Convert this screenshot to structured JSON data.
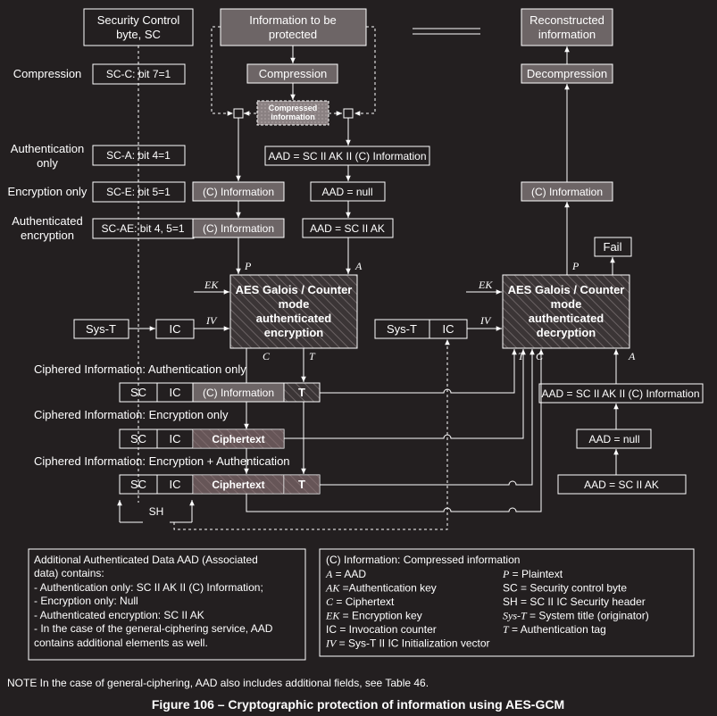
{
  "diagram": {
    "top": {
      "sc_title": "Security Control\nbyte, SC",
      "info_to_protect": "Information to be\nprotected",
      "reconstructed": "Reconstructed\ninformation"
    },
    "left_labels": [
      "Compression",
      "Authentication\nonly",
      "Encryption only",
      "Authenticated\nencryption"
    ],
    "sc_bits": [
      "SC-C: bit 7=1",
      "SC-A: bit 4=1",
      "SC-E: bit 5=1",
      "SC-AE: bit 4, 5=1"
    ],
    "compression": "Compression",
    "compressed_info": "Compressed\ninformation",
    "decompression": "Decompression",
    "aad_auth": "AAD = SC II AK II (C) Information",
    "aad_null": "AAD = null",
    "aad_sc_ak": "AAD = SC II AK",
    "c_information": "(C) Information",
    "arrow_labels": {
      "P": "P",
      "A": "A",
      "EK": "EK",
      "IV": "IV",
      "C": "C",
      "T": "T"
    },
    "enc_block": "AES Galois / Counter\nmode\nauthenticated\nencryption",
    "dec_block": "AES Galois / Counter\nmode\nauthenticated\ndecryption",
    "sys_t": "Sys-T",
    "ic": "IC",
    "fail": "Fail",
    "sc": "SC",
    "ciphertext": "Ciphertext",
    "T": "T",
    "sh": "SH",
    "ciphered_headers": [
      "Ciphered Information: Authentication only",
      "Ciphered Information: Encryption only",
      "Ciphered Information: Encryption + Authentication"
    ],
    "aad_note": [
      "Additional Authenticated Data AAD (Associated",
      "data) contains:",
      "- Authentication only: SC II AK II (C) Information;",
      "- Encryption only: Null",
      "- Authenticated encryption: SC II AK",
      "- In the case of the general-ciphering service, AAD",
      "contains additional elements as well."
    ],
    "legend_title": "(C) Information: Compressed information",
    "legend_left": [
      {
        "k": "A",
        "v": " = AAD"
      },
      {
        "k": "AK",
        "v": " =Authentication key"
      },
      {
        "k": "C",
        "v": " = Ciphertext"
      },
      {
        "k": "EK",
        "v": " = Encryption key"
      },
      {
        "k": "",
        "v": "IC = Invocation counter"
      },
      {
        "k": "IV",
        "v": " = Sys-T II IC Initialization vector"
      }
    ],
    "legend_right": [
      {
        "k": "P",
        "v": " = Plaintext"
      },
      {
        "k": "",
        "v": "SC = Security control byte"
      },
      {
        "k": "",
        "v": "SH = SC II IC Security header"
      },
      {
        "k": "Sys-T",
        "v": "  = System title (originator)"
      },
      {
        "k": "T",
        "v": " = Authentication tag"
      }
    ]
  },
  "note": "NOTE In the case of general-ciphering, AAD also includes additional fields, see Table 46.",
  "caption": "Figure 106 – Cryptographic protection of information using AES-GCM"
}
